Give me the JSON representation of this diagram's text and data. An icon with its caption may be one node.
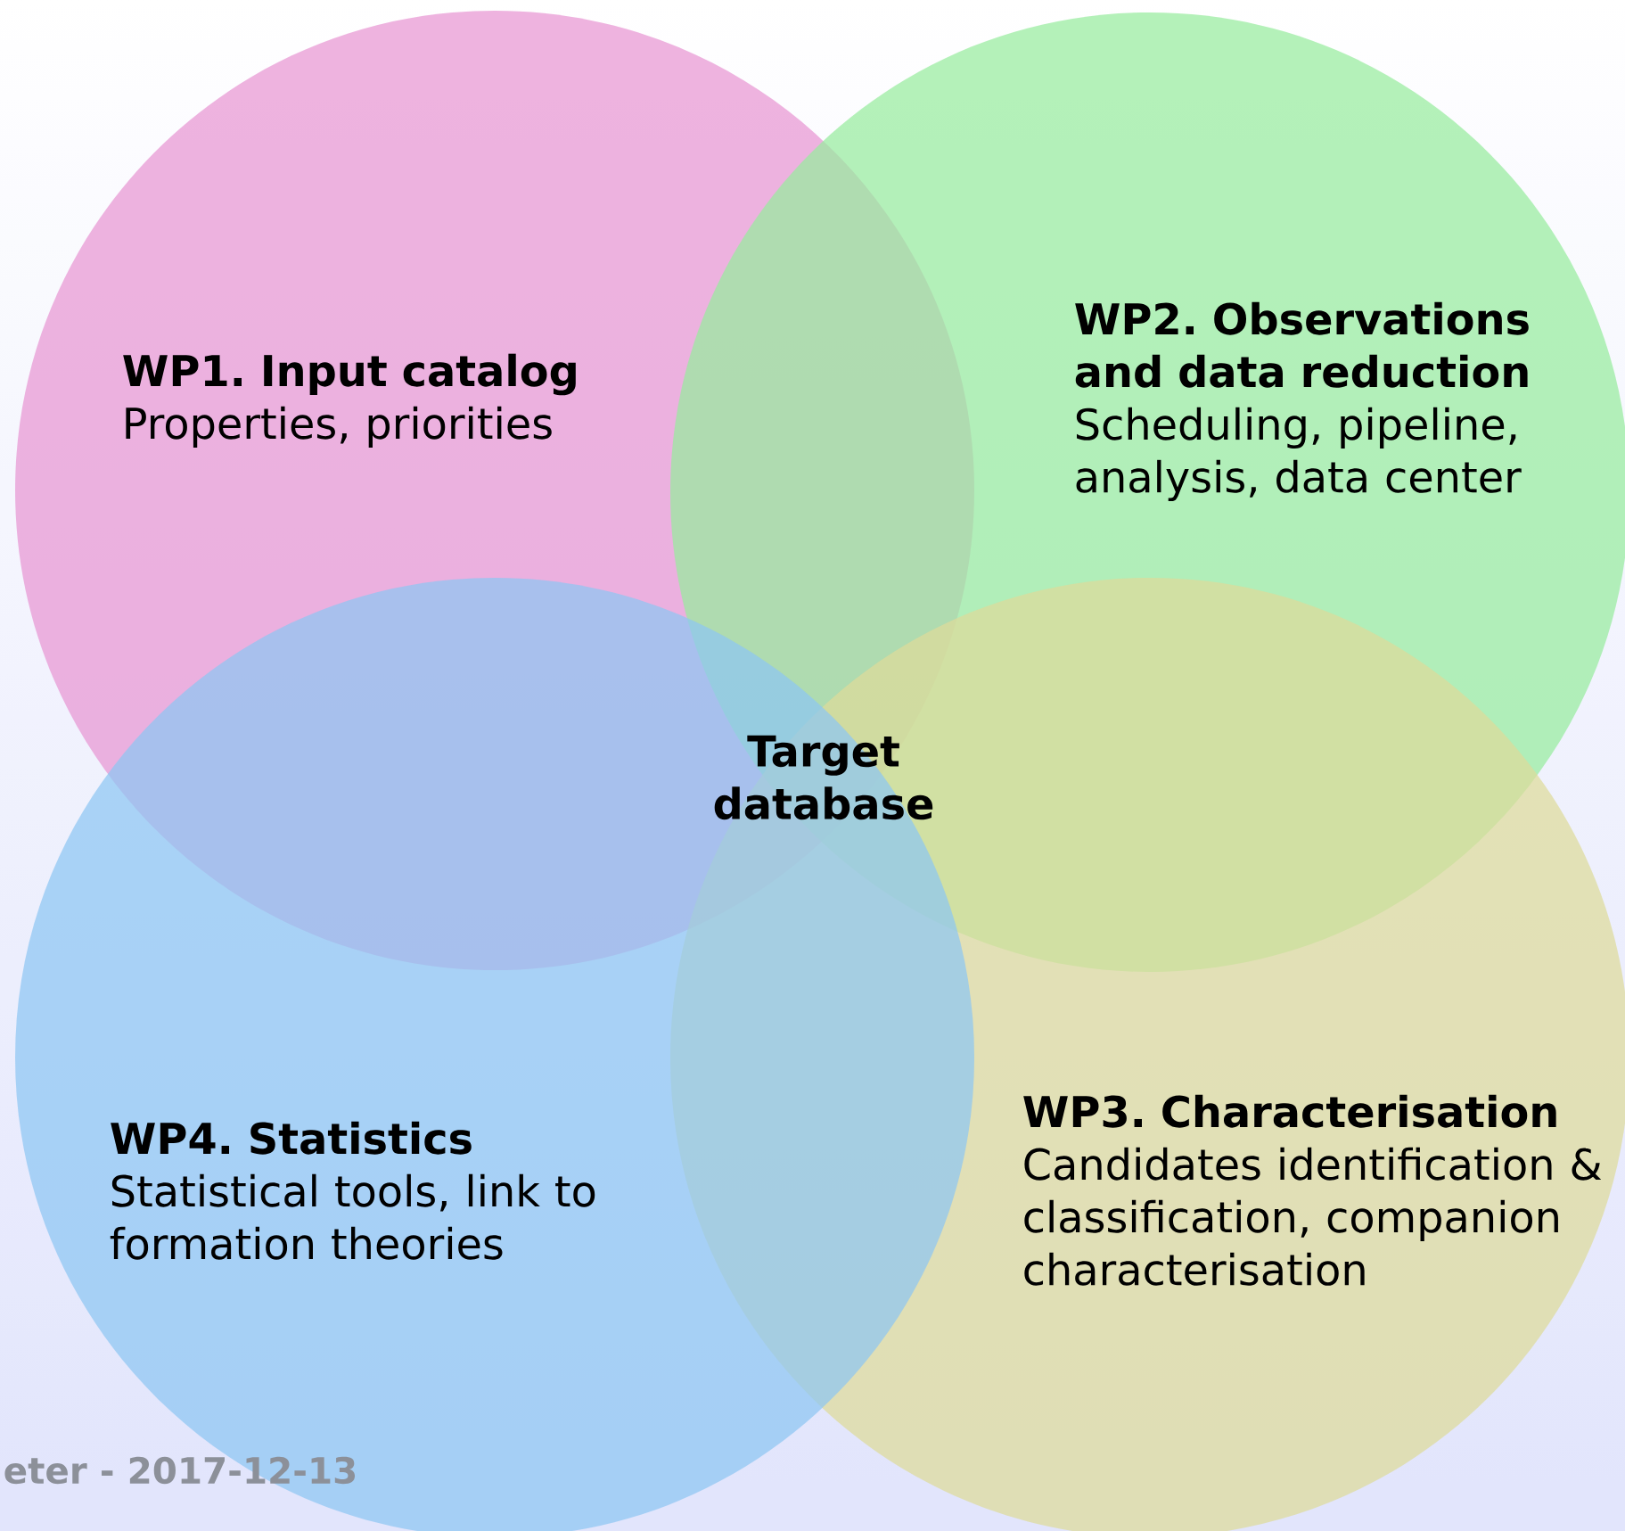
{
  "diagram": {
    "nodes": [
      {
        "text": [
          "WP1. Input catalog",
          "Properties, priorities"
        ]
      },
      {
        "text": [
          "WP2. Observations and data reduction",
          "Scheduling, pipeline, analysis, data center"
        ]
      },
      {
        "text": [
          "WP3. Characterisation",
          "Candidates identification & classification, companion characterisation"
        ]
      },
      {
        "text": [
          "WP4. Statistics",
          "Statistical tools, link to formation theories"
        ]
      }
    ],
    "labels": [
      "Target database",
      "eter - 2017-12-13"
    ]
  }
}
